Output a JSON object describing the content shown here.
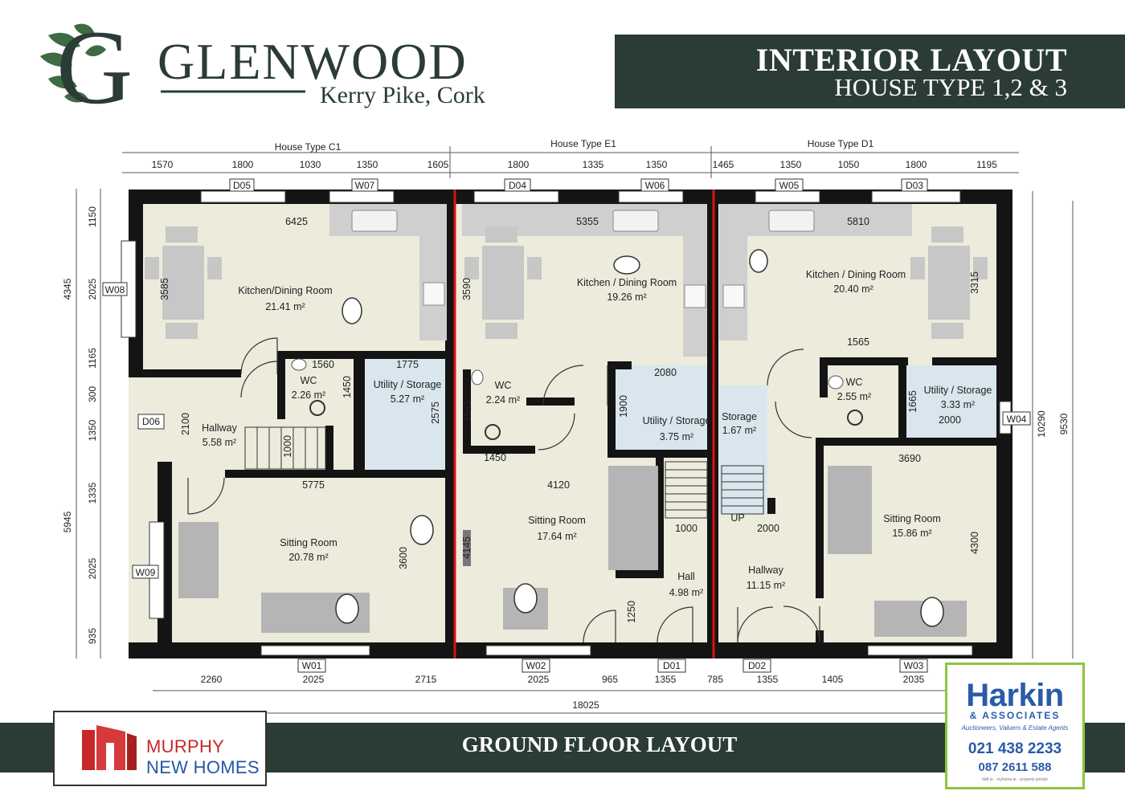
{
  "brand": {
    "title": "GLENWOOD",
    "location": "Kerry Pike, Cork",
    "logo_letter": "G",
    "color_dark_green": "#2a3c35",
    "color_leaf": "#3f6b42"
  },
  "header": {
    "title": "INTERIOR LAYOUT",
    "subtitle": "HOUSE TYPE 1,2 & 3"
  },
  "footer": {
    "title": "GROUND FLOOR LAYOUT"
  },
  "builder_logo": {
    "name": "MURPHY",
    "sub": "NEW HOMES"
  },
  "agent_logo": {
    "name": "Harkin",
    "assoc": "& ASSOCIATES",
    "tagline": "Auctioneers, Valuers & Estate Agents",
    "phone1": "021 438 2233",
    "phone2": "087 2611 588",
    "portals": "daft.ie · myhome.ie · property portals"
  },
  "plan": {
    "house_types": [
      "House Type C1",
      "House Type E1",
      "House Type D1"
    ],
    "top_dims_c1": [
      "1570",
      "1800",
      "1030",
      "1350",
      "1605"
    ],
    "top_dims_e1": [
      "1800",
      "1335",
      "1350"
    ],
    "top_dims_d1": [
      "1465",
      "1350",
      "1050",
      "1800",
      "1195"
    ],
    "windows_top": [
      "D05",
      "W07",
      "D04",
      "W06",
      "W05",
      "D03"
    ],
    "windows_side": [
      "W08",
      "D06",
      "W09",
      "W04"
    ],
    "windows_bottom": [
      "W01",
      "W02",
      "D01",
      "D02",
      "W03"
    ],
    "left_dims_outer": [
      "4345",
      "5945"
    ],
    "left_dims_inner": [
      "1150",
      "2025",
      "1165",
      "300",
      "1350",
      "1335",
      "2025",
      "935"
    ],
    "right_dims": [
      "10290",
      "9530"
    ],
    "bottom_dims": [
      "2260",
      "2025",
      "2715",
      "2025",
      "965",
      "1355",
      "785",
      "1355",
      "1405",
      "2035"
    ],
    "total_width": "18025",
    "c1": {
      "kitchen": {
        "name": "Kitchen/Dining Room",
        "area": "21.41 m²"
      },
      "kitchen_w": "6425",
      "kitchen_h": "3585",
      "wc": {
        "name": "WC",
        "area": "2.26 m²"
      },
      "wc_w": "1560",
      "wc_h": "1450",
      "utility": {
        "name": "Utility / Storage",
        "area": "5.27 m²"
      },
      "utility_w": "1775",
      "utility_h": "2575",
      "hallway": {
        "name": "Hallway",
        "area": "5.58 m²"
      },
      "hall_w": "2100",
      "stair_w": "1000",
      "sitting": {
        "name": "Sitting Room",
        "area": "20.78 m²"
      },
      "sitting_w": "5775",
      "sitting_h": "3600"
    },
    "e1": {
      "kitchen": {
        "name": "Kitchen / Dining Room",
        "area": "19.26 m²"
      },
      "kitchen_w": "5355",
      "kitchen_h": "3590",
      "wc": {
        "name": "WC",
        "area": "2.24 m²"
      },
      "wc_h": "1545",
      "wc_w": "1450",
      "utility": {
        "name": "Utility / Storage",
        "area": "3.75 m²"
      },
      "utility_w": "2080",
      "utility_h": "1900",
      "sitting": {
        "name": "Sitting Room",
        "area": "17.64 m²"
      },
      "sitting_w": "4120",
      "sitting_h": "4145",
      "hall": {
        "name": "Hall",
        "area": "4.98 m²"
      },
      "hall_w": "1000",
      "hall_h": "1250"
    },
    "d1": {
      "kitchen": {
        "name": "Kitchen / Dining Room",
        "area": "20.40 m²"
      },
      "kitchen_w": "5810",
      "kitchen_h": "3315",
      "wc": {
        "name": "WC",
        "area": "2.55 m²"
      },
      "wc_w": "1565",
      "storage": {
        "name": "Storage",
        "area": "1.67 m²"
      },
      "utility": {
        "name": "Utility / Storage",
        "area": "3.33 m²"
      },
      "utility_h": "1665",
      "utility_w": "2000",
      "hallway": {
        "name": "Hallway",
        "area": "11.15 m²"
      },
      "hall_w": "2000",
      "up": "UP",
      "sitting": {
        "name": "Sitting Room",
        "area": "15.86 m²"
      },
      "sitting_w": "3690",
      "sitting_h": "4300"
    }
  }
}
